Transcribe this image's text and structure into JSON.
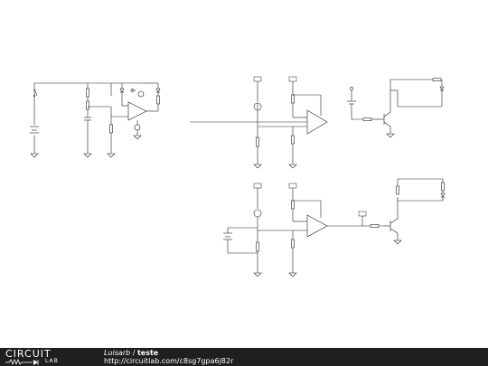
{
  "footer": {
    "logo_top": "CIRCUIT",
    "logo_bottom": "LAB",
    "author": "Luisarb",
    "separator": " / ",
    "circuit_name": "teste",
    "url": "http://circuitlab.com/c8sg7gpa6j82r"
  }
}
